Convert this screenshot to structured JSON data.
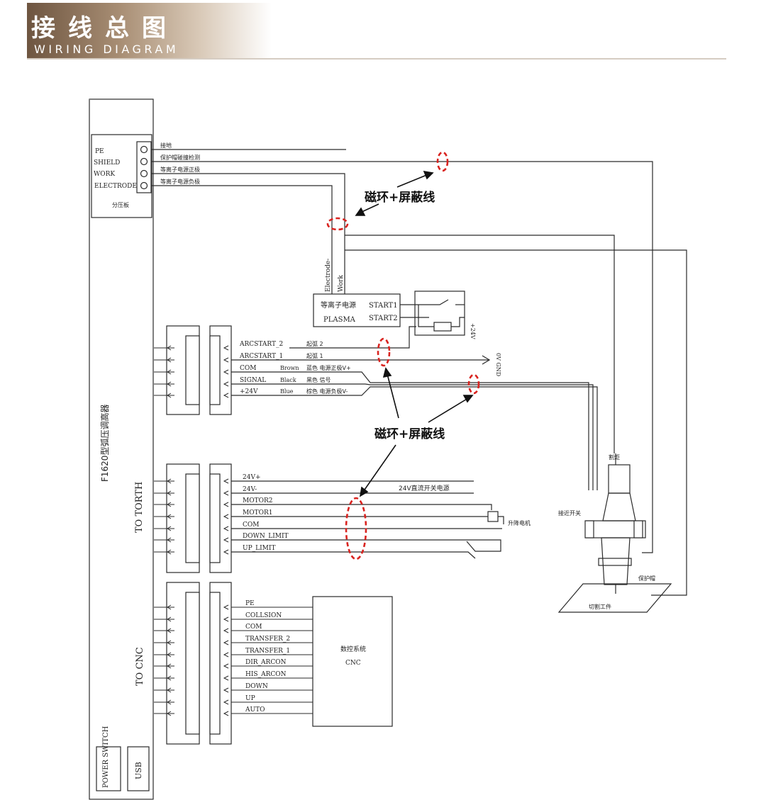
{
  "header": {
    "title_zh": "接线总图",
    "title_en": "WIRING DIAGRAM"
  },
  "controller": {
    "name": "F1620型弧压调高器",
    "to_torch": "TO TORTH",
    "to_cnc": "TO CNC",
    "power_switch": "POWER SWITCH",
    "usb": "USB"
  },
  "divider_board": {
    "label": "分压板",
    "terminals": [
      "PE",
      "SHIELD",
      "WORK",
      "ELECTRODE"
    ],
    "wires": [
      "接地",
      "保护帽碰撞检测",
      "等离子电源正极",
      "等离子电源负极"
    ]
  },
  "plasma": {
    "name_zh": "等离子电源",
    "name_en": "PLASMA",
    "start1": "START1",
    "start2": "START2",
    "electrode_label": "Electrode-",
    "work_label": "Work",
    "relay_label": "+24V"
  },
  "annotations": {
    "shield_1": "磁环+屏蔽线",
    "shield_2": "磁环+屏蔽线"
  },
  "plasma_connector": {
    "pins": [
      "ARCSTART_2",
      "ARCSTART_1",
      "COM",
      "SIGNAL",
      "+24V"
    ],
    "wire_colors": [
      "",
      "",
      "Brown",
      "Black",
      "Blue"
    ],
    "notes": [
      "起弧 2",
      "起弧 1",
      "蓝色 电源正极V+",
      "黑色 信号",
      "棕色 电源负极V-"
    ],
    "gnd_label": "0V GND"
  },
  "torch_connector": {
    "pins": [
      "24V+",
      "24V-",
      "MOTOR2",
      "MOTOR1",
      "COM",
      "DOWN_LIMIT",
      "UP_LIMIT"
    ],
    "psu_label": "24V直流开关电源",
    "motor_label": "升降电机"
  },
  "cnc_connector": {
    "pins": [
      "PE",
      "COLLSION",
      "COM",
      "TRANSFER_2",
      "TRANSFER_1",
      "DIR_ARCON",
      "HIS_ARCON",
      "DOWN",
      "UP",
      "AUTO"
    ],
    "system_zh": "数控系统",
    "system_en": "CNC"
  },
  "torch": {
    "torch_label": "割炬",
    "proximity_label": "接近开关",
    "cap_label": "保护帽",
    "workpiece_label": "切割工件"
  },
  "colors": {
    "shield_marker": "#d9231f",
    "line": "#2a2a2a"
  }
}
